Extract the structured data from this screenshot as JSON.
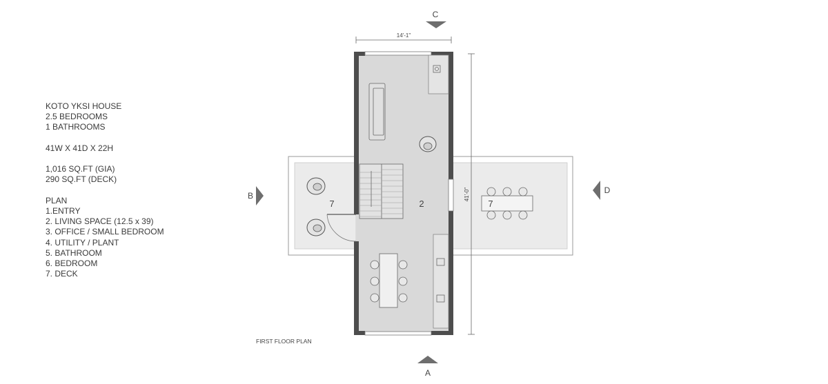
{
  "project_info": {
    "title": "KOTO YKSI HOUSE",
    "bedrooms": "2.5 BEDROOMS",
    "bathrooms": "1 BATHROOMS",
    "dimensions": "41W X 41D X  22H",
    "area_gia": "1,016 SQ.FT (GIA)",
    "area_deck": "290 SQ.FT (DECK)"
  },
  "plan_key": {
    "heading": "PLAN",
    "items": [
      "1.ENTRY",
      "2. LIVING SPACE (12.5 x 39)",
      "3. OFFICE / SMALL BEDROOM",
      "4. UTILITY / PLANT",
      "5. BATHROOM",
      "6. BEDROOM",
      "7. DECK"
    ]
  },
  "drawing": {
    "caption": "FIRST FLOOR PLAN",
    "width_dim": "14'-1\"",
    "length_dim": "41'-0\"",
    "room_living": "2",
    "room_deck_left": "7",
    "room_deck_right": "7",
    "section_markers": {
      "top": "C",
      "bottom": "A",
      "left": "B",
      "right": "D"
    }
  }
}
